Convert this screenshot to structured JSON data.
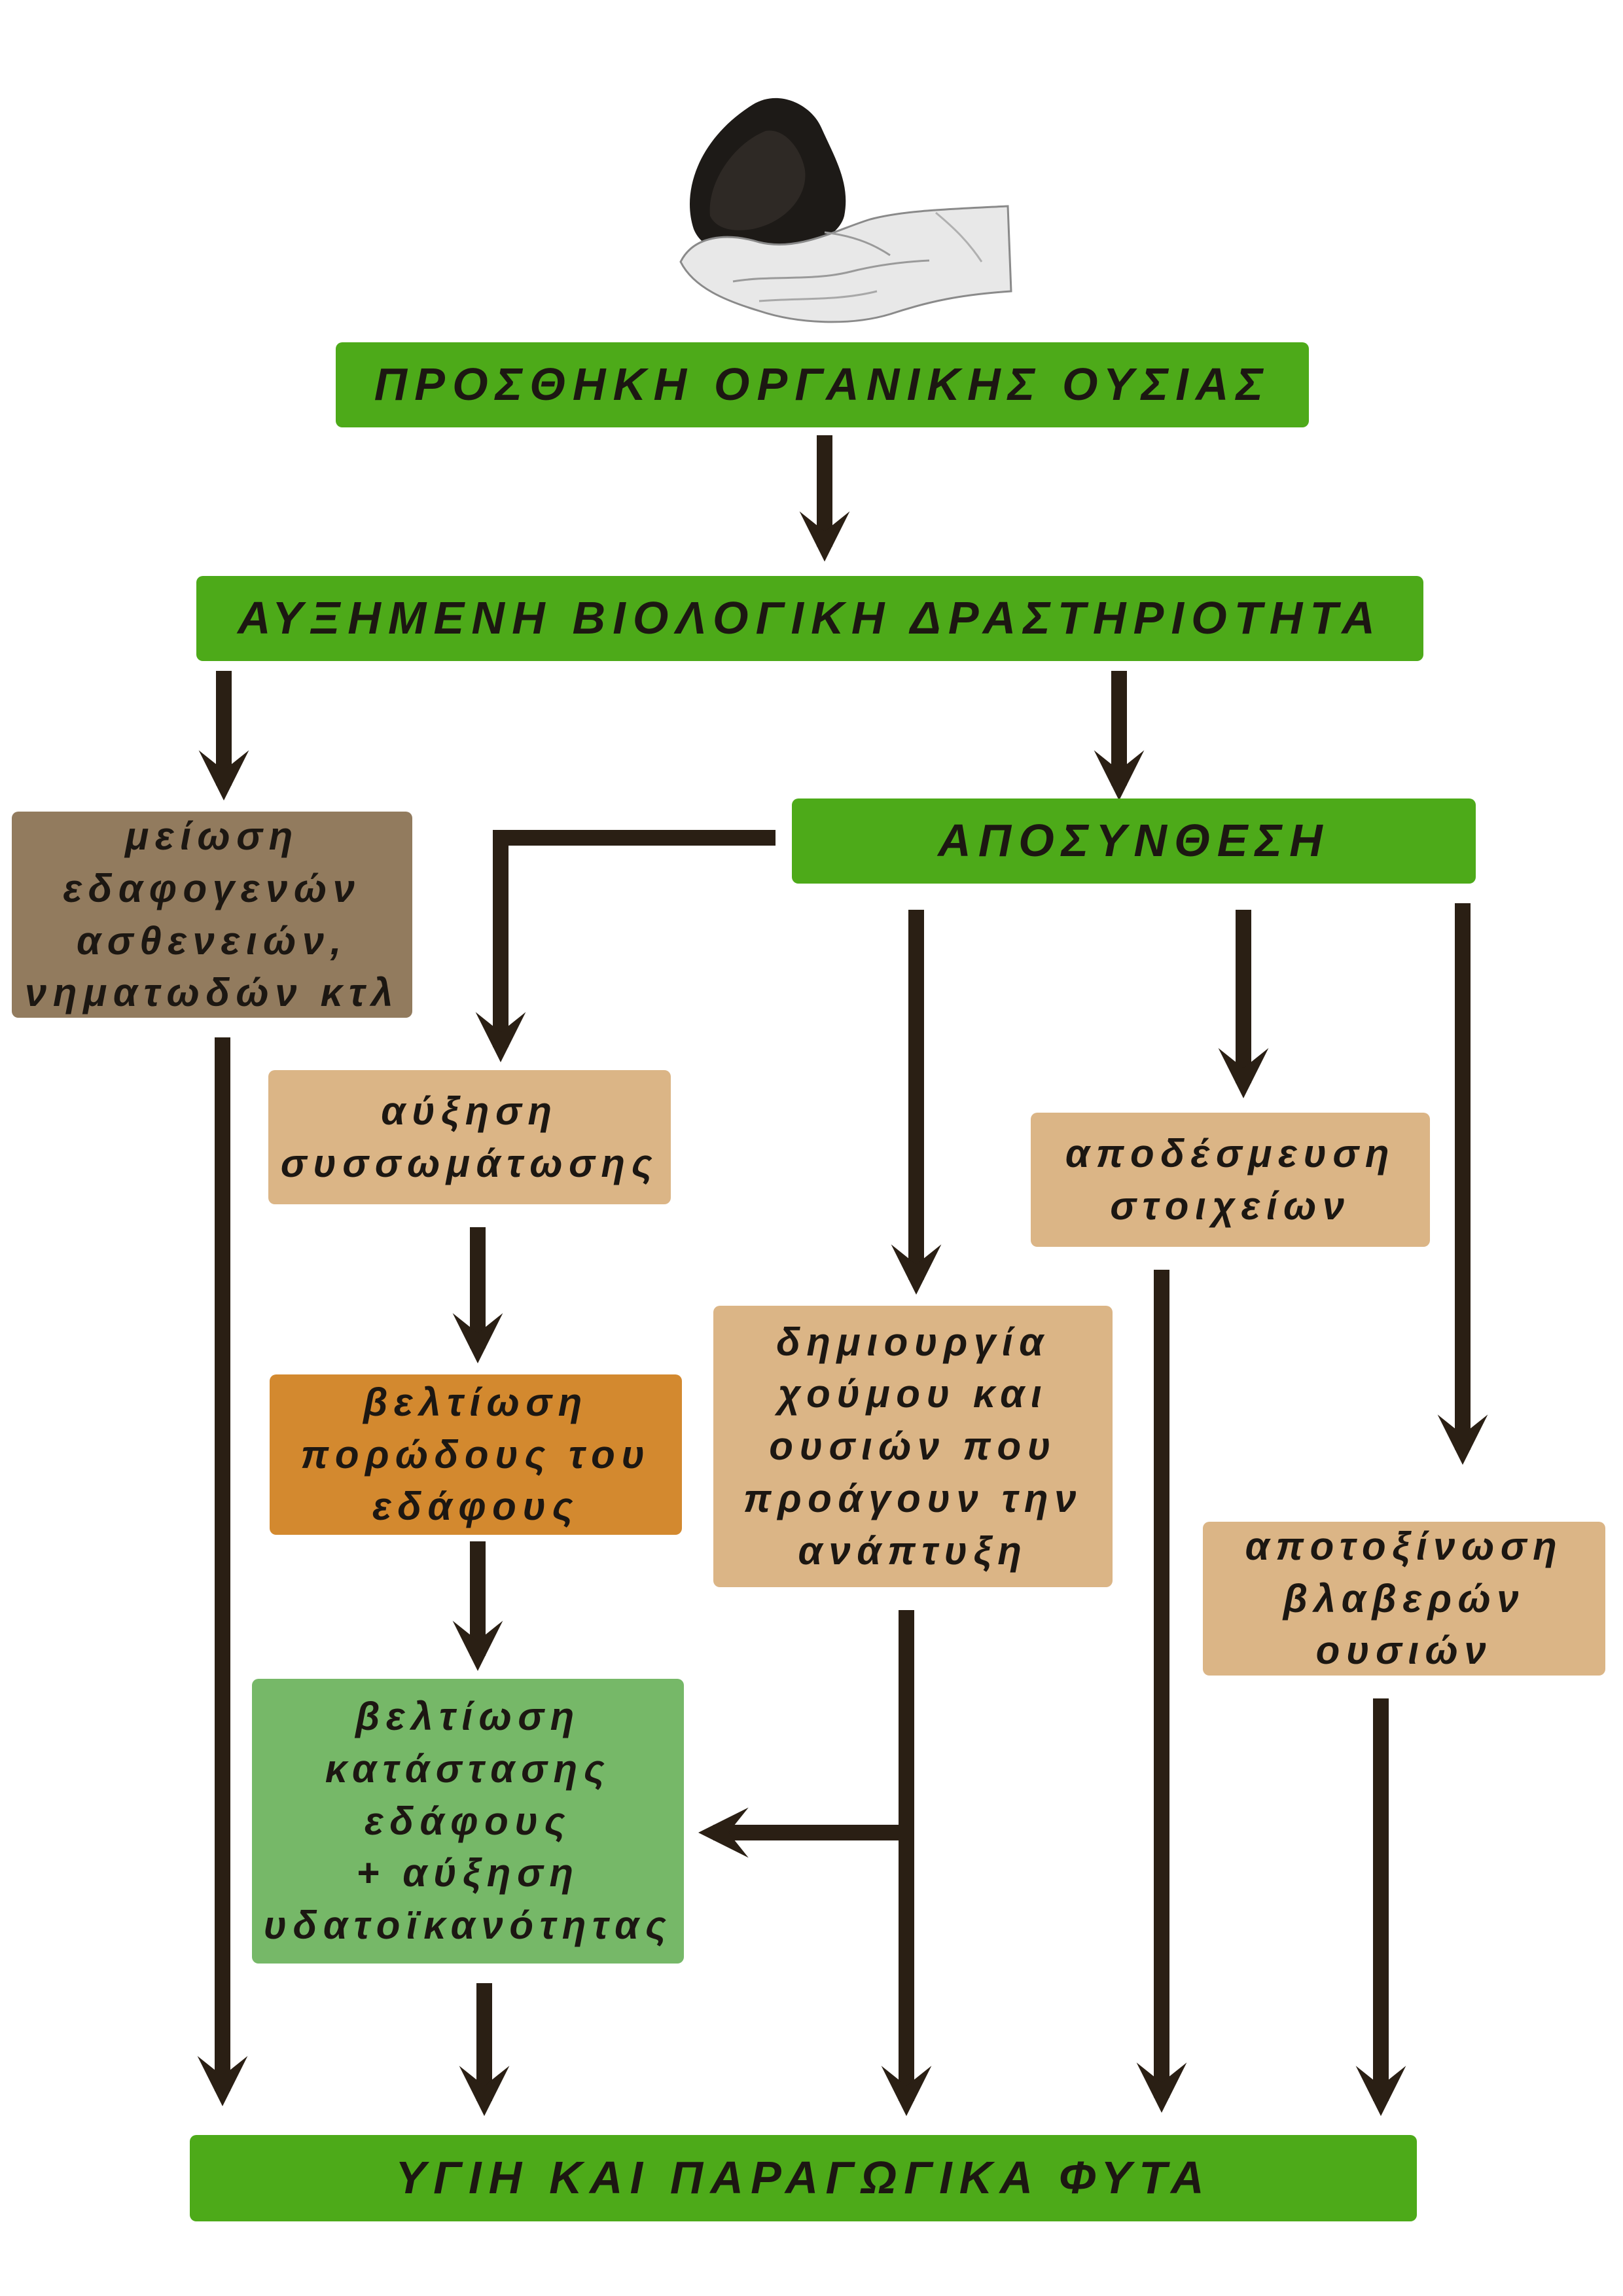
{
  "boxes": {
    "add_organic": "ΠΡΟΣΘΗΚΗ ΟΡΓΑΝΙΚΗΣ ΟΥΣΙΑΣ",
    "bio_activity": "ΑΥΞΗΜΕΝΗ ΒΙΟΛΟΓΙΚΗ ΔΡΑΣΤΗΡΙΟΤΗΤΑ",
    "disease_reduction": "μείωση\nεδαφογενών\nασθενειών,\nνηματωδών κτλ",
    "decomposition": "ΑΠΟΣΥΝΘΕΣΗ",
    "aggregation": "αύξηση\nσυσσωμάτωσης",
    "nutrient_release": "αποδέσμευση\nστοιχείων",
    "humus": "δημιουργία\nχούμου και\nουσιών που\nπροάγουν την\nανάπτυξη",
    "porosity": "βελτίωση\nπορώδους του\nεδάφους",
    "detox": "αποτοξίνωση\nβλαβερών\nουσιών",
    "soil_condition": "βελτίωση\nκατάστασης\nεδάφους\n+ αύξηση\nυδατοϊκανότητας",
    "healthy_plants": "ΥΓΙΗ ΚΑΙ ΠΑΡΑΓΩΓΙΚΑ ΦΥΤΑ"
  },
  "colors": {
    "green": "#4daa19",
    "brown": "#927b5e",
    "tan": "#dbb586",
    "orange": "#d3892f",
    "light_green": "#76b868",
    "arrow": "#2a1f14"
  },
  "image": {
    "icon": "hands-holding-soil-icon"
  }
}
